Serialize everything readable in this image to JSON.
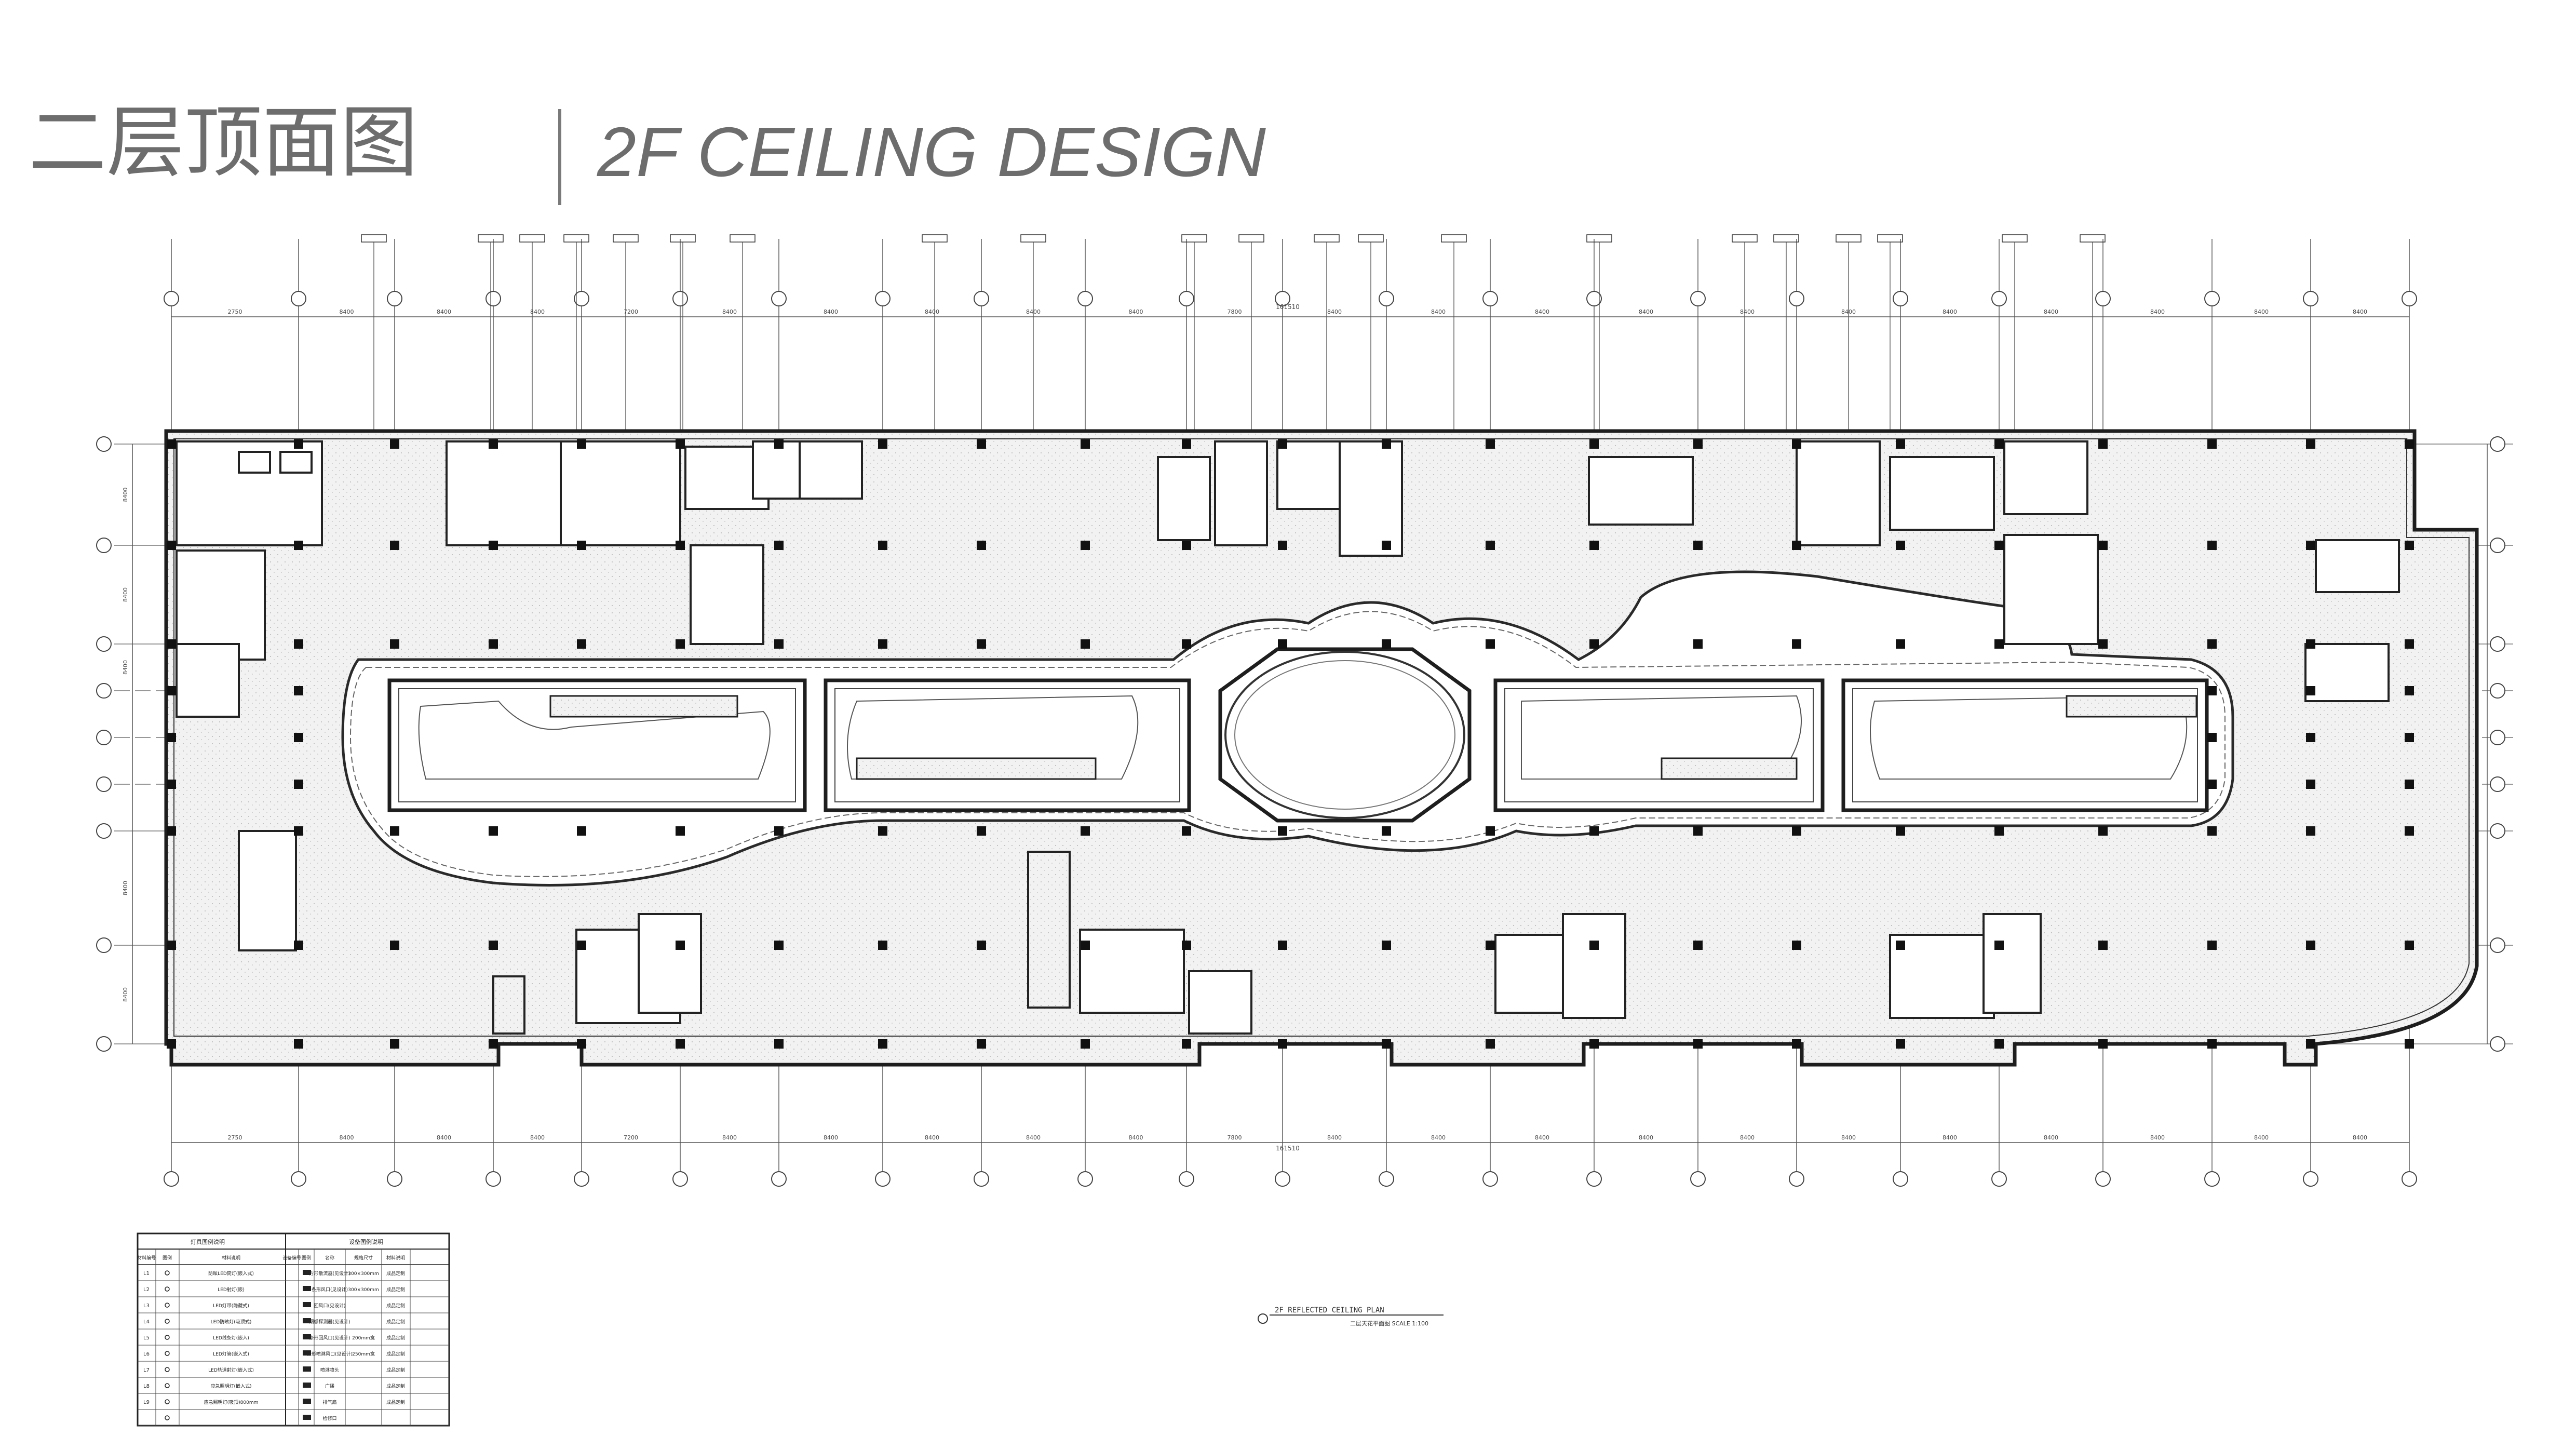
{
  "header": {
    "title_cn": "二层顶面图",
    "title_en": "2F CEILING DESIGN"
  },
  "plan": {
    "drawing_title_en": "2F REFLECTED CEILING PLAN",
    "drawing_title_cn": "二层天花平面图 SCALE 1:100",
    "overall_dimension": "161510",
    "bay_dimensions": [
      "2750",
      "8400",
      "8400",
      "8400",
      "7200",
      "8400",
      "8400",
      "8400",
      "8400",
      "8400",
      "7800",
      "8400",
      "8400",
      "8400",
      "8400",
      "8400",
      "8400",
      "8400",
      "8400",
      "8400",
      "8400",
      "8400",
      "8400",
      "8400"
    ],
    "row_dimensions": [
      "8400",
      "8400",
      "8400",
      "8400",
      "8400"
    ]
  },
  "legend": {
    "lighting_header": "灯具图例说明",
    "equipment_header": "设备图例说明",
    "columns_left": [
      "材料编号",
      "图例",
      "材料说明"
    ],
    "columns_right": [
      "设备编号",
      "图例",
      "名称",
      "规格尺寸",
      "材料说明"
    ],
    "rows": [
      {
        "code": "L1",
        "desc": "防眩LED筒灯(嵌入式)",
        "eq_name": "方形散流器(见设计)",
        "size": "300×300mm",
        "note": "成品定制"
      },
      {
        "code": "L2",
        "desc": "LED射灯(嵌)",
        "eq_name": "条形风口(见设计)",
        "size": "300×300mm",
        "note": "成品定制"
      },
      {
        "code": "L3",
        "desc": "LED灯带(隐藏式)",
        "eq_name": "回风口(见设计)",
        "size": "",
        "note": "成品定制"
      },
      {
        "code": "L4",
        "desc": "LED防眩灯(吸顶式)",
        "eq_name": "烟感探测器(见设计)",
        "size": "",
        "note": "成品定制"
      },
      {
        "code": "L5",
        "desc": "LED线条灯(嵌入)",
        "eq_name": "条形回风口(见设计)",
        "size": "200mm宽",
        "note": "成品定制"
      },
      {
        "code": "L6",
        "desc": "LED灯管(嵌入式)",
        "eq_name": "条形喷淋风口(见设计)",
        "size": "250mm宽",
        "note": "成品定制"
      },
      {
        "code": "L7",
        "desc": "LED轨道射灯(嵌入式)",
        "eq_name": "喷淋喷头",
        "size": "",
        "note": "成品定制"
      },
      {
        "code": "L8",
        "desc": "应急照明灯(嵌入式)",
        "eq_name": "广播",
        "size": "",
        "note": "成品定制"
      },
      {
        "code": "L9",
        "desc": "应急照明灯(吸顶)800mm",
        "eq_name": "排气扇",
        "size": "",
        "note": "成品定制"
      },
      {
        "code": "",
        "desc": "",
        "eq_name": "检修口",
        "size": "",
        "note": ""
      }
    ]
  },
  "colors": {
    "title": "#6d6d6d",
    "line": "#222222",
    "grid": "#555555",
    "hatch": "#bdbdbd"
  }
}
